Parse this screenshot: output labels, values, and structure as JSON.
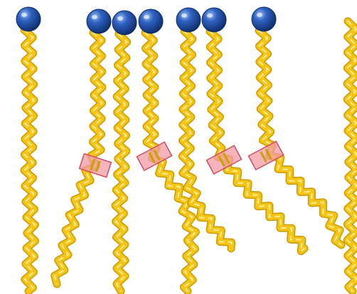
{
  "diagram": {
    "colors": {
      "background": "#ffffff",
      "head_fill": "#1f4fa8",
      "head_highlight": "#7fa6e0",
      "head_shadow": "#0d2a66",
      "tail_fill": "#f4c417",
      "tail_shadow": "#c99a00",
      "tail_highlight": "#fff2a0",
      "kink_fill": "#f29aa6",
      "kink_stroke": "#d2445a"
    },
    "molecules": [
      {
        "id": "lipid-1",
        "head": true,
        "kinked": false
      },
      {
        "id": "lipid-2",
        "head": true,
        "kinked": true
      },
      {
        "id": "lipid-3",
        "head": true,
        "kinked": false
      },
      {
        "id": "lipid-4",
        "head": true,
        "kinked": true
      },
      {
        "id": "lipid-5",
        "head": true,
        "kinked": false
      },
      {
        "id": "lipid-6",
        "head": true,
        "kinked": true
      },
      {
        "id": "lipid-7",
        "head": true,
        "kinked": true
      },
      {
        "id": "lipid-8",
        "head": false,
        "kinked": false
      }
    ]
  }
}
